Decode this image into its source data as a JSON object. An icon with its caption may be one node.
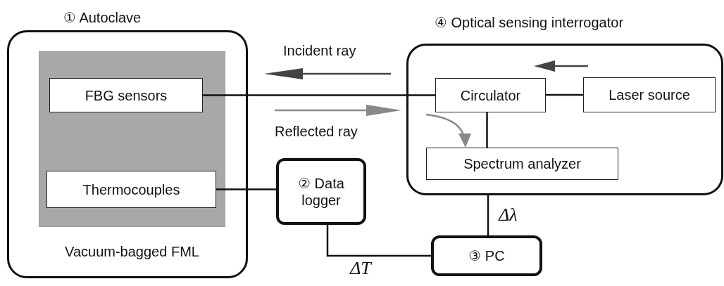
{
  "diagram": {
    "nodes": [
      {
        "text": [
          "① Autoclave"
        ]
      },
      {
        "text": [
          "Vacuum-bagged FML"
        ],
        "in": 0
      },
      {
        "text": [
          "FBG sensors"
        ],
        "in": 1
      },
      {
        "text": [
          "Thermocouples"
        ],
        "in": 1
      },
      {
        "text": [
          "② Data logger"
        ]
      },
      {
        "text": [
          "③ PC"
        ]
      },
      {
        "text": [
          "④ Optical sensing interrogator"
        ]
      },
      {
        "text": [
          "Circulator"
        ],
        "in": 6
      },
      {
        "text": [
          "Laser source"
        ],
        "in": 6
      },
      {
        "text": [
          "Spectrum analyzer"
        ],
        "in": 6
      }
    ],
    "edges": [
      {
        "from": 2,
        "to": 7,
        "arrow": "none"
      },
      {
        "from": 7,
        "to": 8,
        "arrow": "none"
      },
      {
        "from": 7,
        "to": 9,
        "arrow": "none"
      },
      {
        "from": 3,
        "to": 4,
        "arrow": "none"
      },
      {
        "from": 4,
        "to": 5,
        "arrow": "none",
        "label": "ΔT"
      },
      {
        "from": 6,
        "to": 5,
        "arrow": "none",
        "label": "Δλ"
      }
    ],
    "labels": [
      "Incident ray",
      "Reflected ray"
    ]
  }
}
